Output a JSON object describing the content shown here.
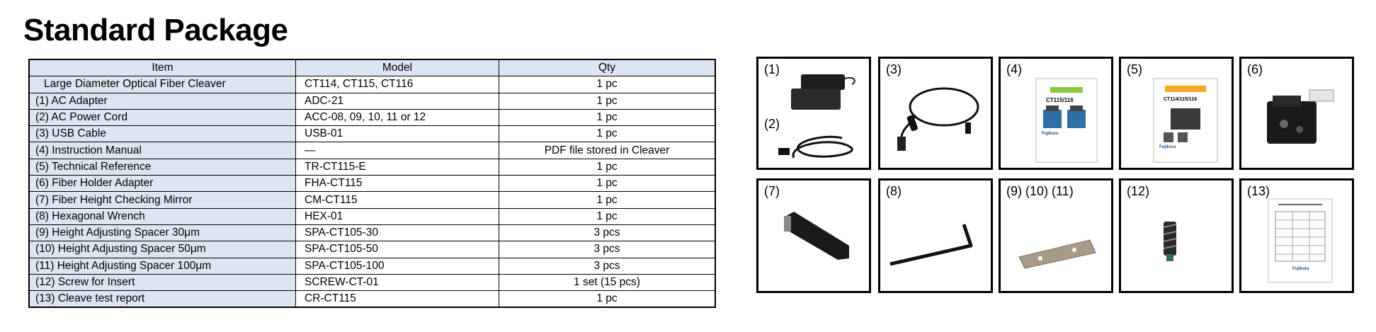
{
  "title": "Standard Package",
  "table": {
    "headers": [
      "Item",
      "Model",
      "Qty"
    ],
    "rows": [
      {
        "item": "Large Diameter Optical Fiber Cleaver",
        "model": "CT114, CT115, CT116",
        "qty": "1 pc"
      },
      {
        "item": "(1) AC Adapter",
        "model": "ADC-21",
        "qty": "1 pc"
      },
      {
        "item": "(2) AC Power Cord",
        "model": "ACC-08, 09, 10, 11 or 12",
        "qty": "1 pc"
      },
      {
        "item": "(3) USB Cable",
        "model": "USB-01",
        "qty": "1 pc"
      },
      {
        "item": "(4) Instruction Manual",
        "model": "—",
        "qty": "PDF file stored in Cleaver"
      },
      {
        "item": "(5) Technical Reference",
        "model": "TR-CT115-E",
        "qty": "1 pc"
      },
      {
        "item": "(6) Fiber Holder Adapter",
        "model": "FHA-CT115",
        "qty": "1 pc"
      },
      {
        "item": "(7) Fiber Height Checking Mirror",
        "model": "CM-CT115",
        "qty": "1 pc"
      },
      {
        "item": "(8) Hexagonal Wrench",
        "model": "HEX-01",
        "qty": "1 pc"
      },
      {
        "item": "(9) Height Adjusting Spacer 30μm",
        "model": "SPA-CT105-30",
        "qty": "3 pcs"
      },
      {
        "item": "(10) Height Adjusting Spacer 50μm",
        "model": "SPA-CT105-50",
        "qty": "3 pcs"
      },
      {
        "item": "(11) Height Adjusting Spacer 100μm",
        "model": "SPA-CT105-100",
        "qty": "3 pcs"
      },
      {
        "item": "(12) Screw for Insert",
        "model": "SCREW-CT-01",
        "qty": "1 set (15 pcs)"
      },
      {
        "item": "(13) Cleave test report",
        "model": "CR-CT115",
        "qty": "1 pc"
      }
    ]
  },
  "photos": {
    "p1": {
      "label": "(1)",
      "label2": "(2)",
      "icon": "ac-adapter-and-power-cord"
    },
    "p3": {
      "label": "(3)",
      "icon": "usb-cable"
    },
    "p4": {
      "label": "(4)",
      "icon": "instruction-manual",
      "doc_title": "CT115/116",
      "logo": "Fujikura"
    },
    "p5": {
      "label": "(5)",
      "icon": "technical-reference",
      "doc_title": "CT114/115/116",
      "logo": "Fujikura"
    },
    "p6": {
      "label": "(6)",
      "icon": "fiber-holder-adapter"
    },
    "p7": {
      "label": "(7)",
      "icon": "checking-mirror"
    },
    "p8": {
      "label": "(8)",
      "icon": "hex-wrench"
    },
    "p9": {
      "label": "(9) (10) (11)",
      "icon": "spacer-shim"
    },
    "p12": {
      "label": "(12)",
      "icon": "screw"
    },
    "p13": {
      "label": "(13)",
      "icon": "cleave-test-report",
      "logo": "Fujikura"
    }
  },
  "colors": {
    "header_fill": "#dce6f2",
    "border": "#000000",
    "manual_band": "#8dc63f",
    "reference_band": "#f7a823"
  }
}
